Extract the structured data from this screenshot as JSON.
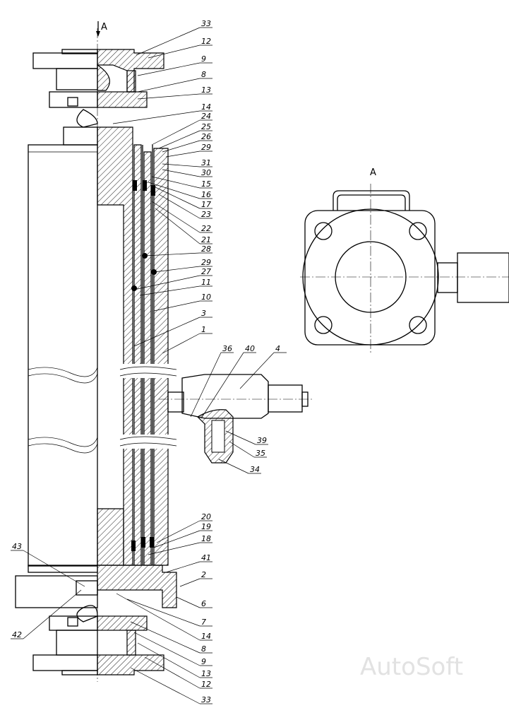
{
  "view_marker": "A",
  "view_title": "A",
  "watermark": "AutoSoft",
  "callouts_right": [
    "33",
    "12",
    "9",
    "8",
    "13",
    "14",
    "24",
    "25",
    "26",
    "29",
    "31",
    "30",
    "15",
    "16",
    "17",
    "23",
    "22",
    "21",
    "28",
    "29",
    "27",
    "11",
    "10",
    "3",
    "1"
  ],
  "callouts_middle": [
    "36",
    "40",
    "4",
    "39",
    "35",
    "34"
  ],
  "callouts_bottom": [
    "20",
    "19",
    "18",
    "41",
    "2",
    "6",
    "7",
    "14",
    "8",
    "9",
    "13",
    "12",
    "33"
  ],
  "callouts_left": [
    "43",
    "42"
  ]
}
